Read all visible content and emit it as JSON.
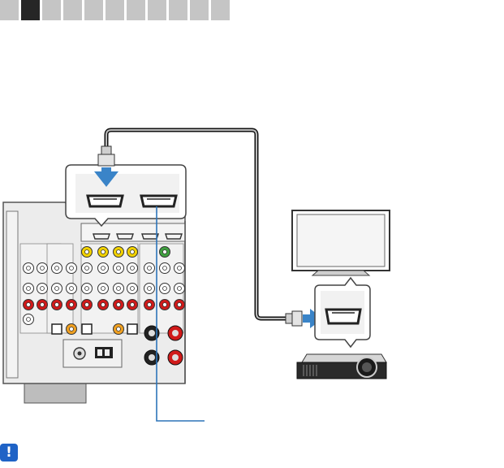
{
  "nav": {
    "tab_count": 11,
    "active_index": 1
  },
  "diagram": {
    "devices": [
      "av-receiver",
      "tv",
      "projector"
    ],
    "connection": "hdmi-cable"
  },
  "caution": {
    "icon": "exclamation-icon",
    "symbol": "!",
    "color": "#1f63c6"
  },
  "colors": {
    "cable_arrow": "#3a84c8",
    "panel": "#e6e6e6",
    "jack_yellow": "#f2d200",
    "jack_red": "#d01a1a",
    "jack_green": "#3fa03f",
    "jack_orange": "#f0a020"
  }
}
